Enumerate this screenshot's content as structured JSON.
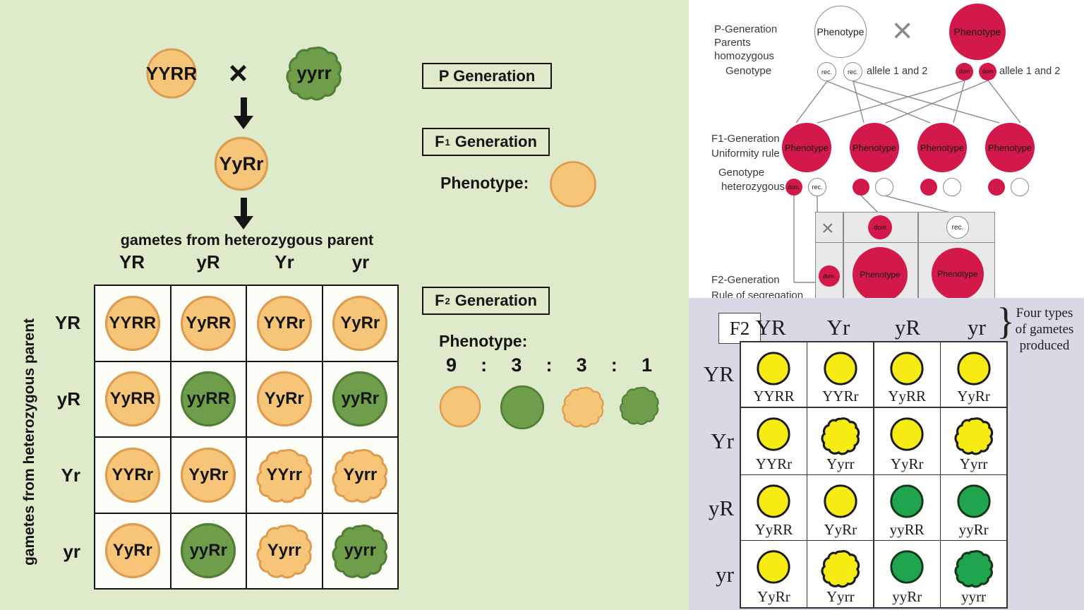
{
  "colors": {
    "left_bg": "#deebca",
    "orange": "#f6c577",
    "orange_border": "#dd9c52",
    "green": "#6f9e4a",
    "green_border": "#527d38",
    "red": "#d2194a",
    "yellow": "#f6ec14",
    "yellow_border": "#1a1a1a",
    "f2_green": "#21a44e",
    "f2_green_border": "#14371d",
    "lavender_bg": "#d9d8e5"
  },
  "left": {
    "p_parent1": "YYRR",
    "cross": "×",
    "p_parent2": "yyrr",
    "f1_individual": "YyRr",
    "gametes_header": "gametes from heterozygous parent",
    "side_label": "gametes from heterozygous parent",
    "col_headers": [
      "YR",
      "yR",
      "Yr",
      "yr"
    ],
    "row_headers": [
      "YR",
      "yR",
      "Yr",
      "yr"
    ],
    "grid": [
      [
        {
          "g": "YYRR",
          "c": "orange",
          "s": "round"
        },
        {
          "g": "YyRR",
          "c": "orange",
          "s": "round"
        },
        {
          "g": "YYRr",
          "c": "orange",
          "s": "round"
        },
        {
          "g": "YyRr",
          "c": "orange",
          "s": "round"
        }
      ],
      [
        {
          "g": "YyRR",
          "c": "orange",
          "s": "round"
        },
        {
          "g": "yyRR",
          "c": "green",
          "s": "round"
        },
        {
          "g": "YyRr",
          "c": "orange",
          "s": "round"
        },
        {
          "g": "yyRr",
          "c": "green",
          "s": "round"
        }
      ],
      [
        {
          "g": "YYRr",
          "c": "orange",
          "s": "round"
        },
        {
          "g": "YyRr",
          "c": "orange",
          "s": "round"
        },
        {
          "g": "YYrr",
          "c": "orange",
          "s": "wrinkled"
        },
        {
          "g": "Yyrr",
          "c": "orange",
          "s": "wrinkled"
        }
      ],
      [
        {
          "g": "YyRr",
          "c": "orange",
          "s": "round"
        },
        {
          "g": "yyRr",
          "c": "green",
          "s": "round"
        },
        {
          "g": "Yyrr",
          "c": "orange",
          "s": "wrinkled"
        },
        {
          "g": "yyrr",
          "c": "green",
          "s": "wrinkled"
        }
      ]
    ],
    "labels": {
      "p_gen": "P Generation",
      "f1_pre": "F",
      "f1_sub": "1",
      "f1_post": "Generation",
      "f2_pre": "F",
      "f2_sub": "2",
      "f2_post": "Generation",
      "phenotype": "Phenotype:"
    },
    "ratio": [
      "9",
      ":",
      "3",
      ":",
      "3",
      ":",
      "1"
    ],
    "ratio_shapes": [
      {
        "c": "orange",
        "s": "round"
      },
      {
        "c": "green",
        "s": "round"
      },
      {
        "c": "orange",
        "s": "wrinkled"
      },
      {
        "c": "green",
        "s": "wrinkled"
      }
    ]
  },
  "pedigree": {
    "p_label_lines": [
      "P-Generation",
      "Parents",
      "homozygous"
    ],
    "genotype_label": "Genotype",
    "phenotype": "Phenotype",
    "cross": "×",
    "rec": "rec.",
    "dom": "dom",
    "dom_dot": "dom.",
    "allele_note": "allele 1 and 2",
    "f1_label_lines": [
      "F1-Generation",
      "Uniformity rule"
    ],
    "genotype_het_lines": [
      "Genotype",
      "heterozygous"
    ],
    "f2_label_lines": [
      "F2-Generation",
      "Rule of segregation"
    ],
    "table": {
      "cross": "×",
      "dom": "dom",
      "rec": "rec.",
      "row_dom": "dom.",
      "cell": "Phenotype"
    }
  },
  "f2_panel": {
    "box_label": "F2",
    "col_headers": [
      "YR",
      "Yr",
      "yR",
      "yr"
    ],
    "row_headers": [
      "YR",
      "Yr",
      "yR",
      "yr"
    ],
    "brace": "}",
    "note_lines": [
      "Four types",
      "of gametes",
      "produced"
    ],
    "grid": [
      [
        {
          "g": "YYRR",
          "c": "yellow",
          "s": "round"
        },
        {
          "g": "YYRr",
          "c": "yellow",
          "s": "round"
        },
        {
          "g": "YyRR",
          "c": "yellow",
          "s": "round"
        },
        {
          "g": "YyRr",
          "c": "yellow",
          "s": "round"
        }
      ],
      [
        {
          "g": "YYRr",
          "c": "yellow",
          "s": "round"
        },
        {
          "g": "Yyrr",
          "c": "yellow",
          "s": "wrinkled"
        },
        {
          "g": "YyRr",
          "c": "yellow",
          "s": "round"
        },
        {
          "g": "Yyrr",
          "c": "yellow",
          "s": "wrinkled"
        }
      ],
      [
        {
          "g": "YyRR",
          "c": "yellow",
          "s": "round"
        },
        {
          "g": "YyRr",
          "c": "yellow",
          "s": "round"
        },
        {
          "g": "yyRR",
          "c": "f2green",
          "s": "round"
        },
        {
          "g": "yyRr",
          "c": "f2green",
          "s": "round"
        }
      ],
      [
        {
          "g": "YyRr",
          "c": "yellow",
          "s": "round"
        },
        {
          "g": "Yyrr",
          "c": "yellow",
          "s": "wrinkled"
        },
        {
          "g": "yyRr",
          "c": "f2green",
          "s": "round"
        },
        {
          "g": "yyrr",
          "c": "f2green",
          "s": "wrinkled"
        }
      ]
    ]
  }
}
